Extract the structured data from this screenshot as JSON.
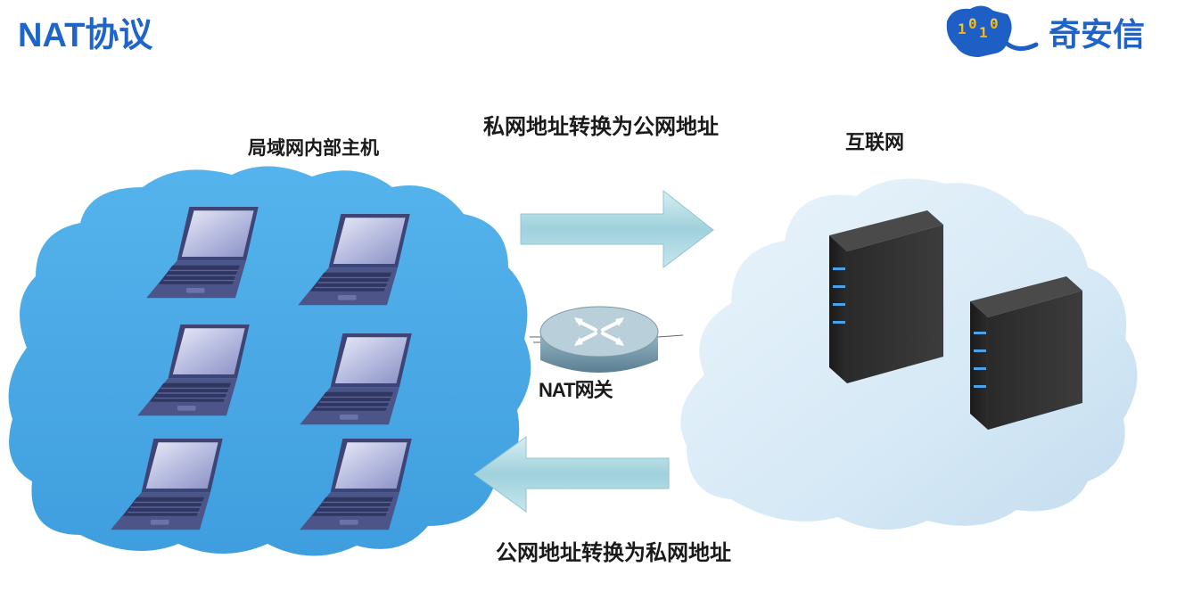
{
  "header": {
    "title": "NAT协议"
  },
  "logo": {
    "text": "奇安信",
    "digits": "1010"
  },
  "labels": {
    "lan_hosts": "局域网内部主机",
    "internet": "互联网",
    "private_to_public": "私网地址转换为公网地址",
    "public_to_private": "公网地址转换为私网地址",
    "nat_gateway": "NAT网关"
  },
  "colors": {
    "title": "#1f64c8",
    "lan_cloud": "#4aa8e6",
    "internet_cloud": "#dcecf8",
    "arrow": "#a9d8e2"
  },
  "icons": {
    "laptops": [
      "laptop-icon",
      "laptop-icon",
      "laptop-icon",
      "laptop-icon",
      "laptop-icon",
      "laptop-icon"
    ],
    "servers": [
      "server-icon",
      "server-icon"
    ],
    "router": "router-icon"
  }
}
